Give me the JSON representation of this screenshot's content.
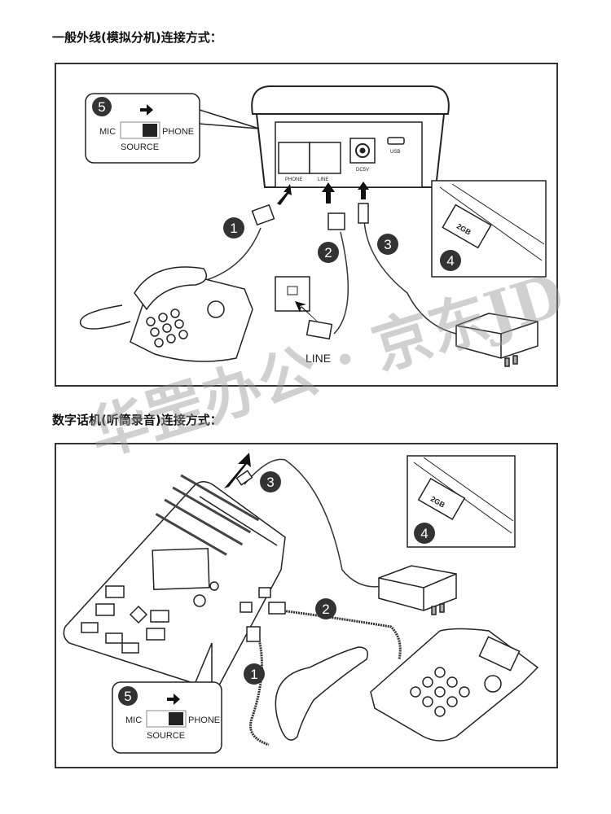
{
  "section1": {
    "title": "一般外线(模拟分机)连接方式：",
    "switch": {
      "step": "5",
      "left": "MIC",
      "right": "PHONE",
      "caption": "SOURCE"
    },
    "ports": {
      "phone": "PHONE",
      "line": "LINE",
      "dc": "DC5V",
      "usb": "USB"
    },
    "steps": [
      "1",
      "2",
      "3",
      "4"
    ],
    "sd_card": "2GB",
    "line_label": "LINE"
  },
  "section2": {
    "title": "数字话机(听筒录音)连接方式：",
    "switch": {
      "step": "5",
      "left": "MIC",
      "right": "PHONE",
      "caption": "SOURCE"
    },
    "steps": [
      "1",
      "2",
      "3",
      "4"
    ],
    "sd_card": "2GB"
  },
  "watermark": "华罡办公 · 京东JD"
}
